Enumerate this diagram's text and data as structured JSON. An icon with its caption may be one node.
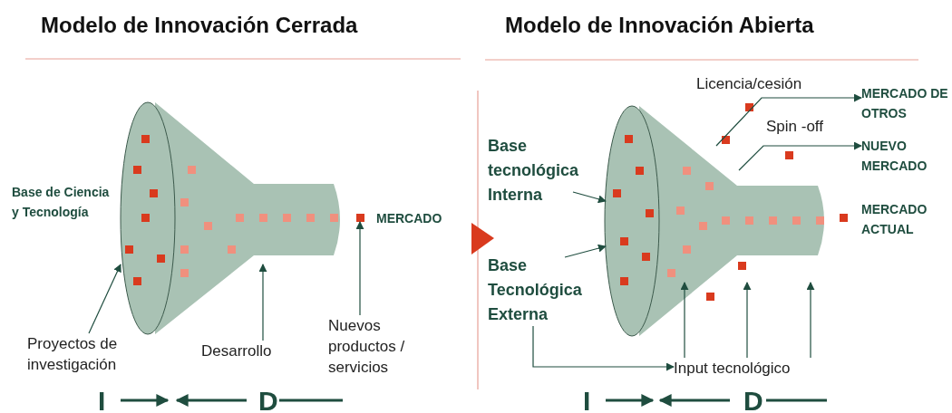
{
  "diagram": {
    "nodes": [
      {
        "text": [],
        "shape": "picture"
      },
      {
        "text": [
          "Proyectos de investigación"
        ]
      },
      {
        "text": [
          "Desarrollo"
        ]
      },
      {
        "text": [
          "Nuevos productos / servicios"
        ]
      },
      {
        "text": [],
        "shape": "picture"
      },
      {
        "text": [
          "Base tecnológica Interna"
        ]
      },
      {
        "text": [
          "Base Tecnológica Externa"
        ]
      },
      {
        "text": [
          "MERCADO DE OTROS"
        ]
      },
      {
        "text": [
          "NUEVO MERCADO"
        ]
      },
      {
        "text": [
          "Input tecnológico"
        ]
      },
      {
        "text": [],
        "shape": "box"
      }
    ],
    "edges": [
      {
        "from": 1,
        "to": 0,
        "arrow": "to"
      },
      {
        "from": 2,
        "to": 0,
        "arrow": "to"
      },
      {
        "from": 3,
        "to": 10,
        "arrow": "to"
      },
      {
        "from": 5,
        "to": 4,
        "arrow": "to"
      },
      {
        "from": 6,
        "to": 4,
        "arrow": "to"
      },
      {
        "from": 4,
        "to": 7,
        "arrow": "to",
        "label": "Licencia/cesión"
      },
      {
        "from": 4,
        "to": 8,
        "arrow": "to",
        "label": "Spin -off"
      },
      {
        "from": 6,
        "to": 9,
        "arrow": "to"
      },
      {
        "from": 9,
        "to": 4,
        "arrow": "to"
      },
      {
        "from": 9,
        "to": 4,
        "arrow": "to"
      },
      {
        "from": 9,
        "to": 4,
        "arrow": "to"
      }
    ],
    "labels": [
      "Modelo de Innovación Cerrada",
      "Modelo de Innovación Abierta",
      "Base de Ciencia y Tecnología",
      "MERCADO",
      "MERCADO ACTUAL",
      "I",
      "D",
      "I",
      "D"
    ]
  }
}
